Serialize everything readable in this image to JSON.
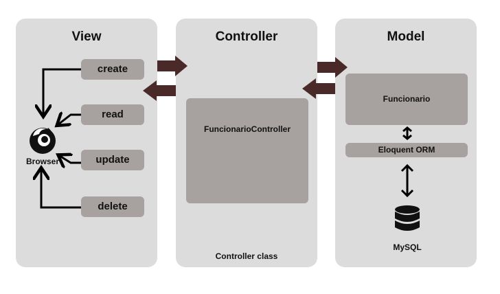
{
  "view": {
    "title": "View",
    "actions": {
      "create": "create",
      "read": "read",
      "update": "update",
      "delete": "delete"
    },
    "browser_label": "Browser",
    "browser_icon": "firefox-browser-icon"
  },
  "controller": {
    "title": "Controller",
    "component": "FuncionarioController",
    "footer": "Controller class"
  },
  "model": {
    "title": "Model",
    "component": "Funcionario",
    "orm": "Eloquent ORM",
    "db_label": "MySQL",
    "db_icon": "database-icon"
  },
  "colors": {
    "panel": "#dcdcdc",
    "box": "#a7a19f",
    "arrow": "#4a2a28",
    "line": "#000000"
  }
}
